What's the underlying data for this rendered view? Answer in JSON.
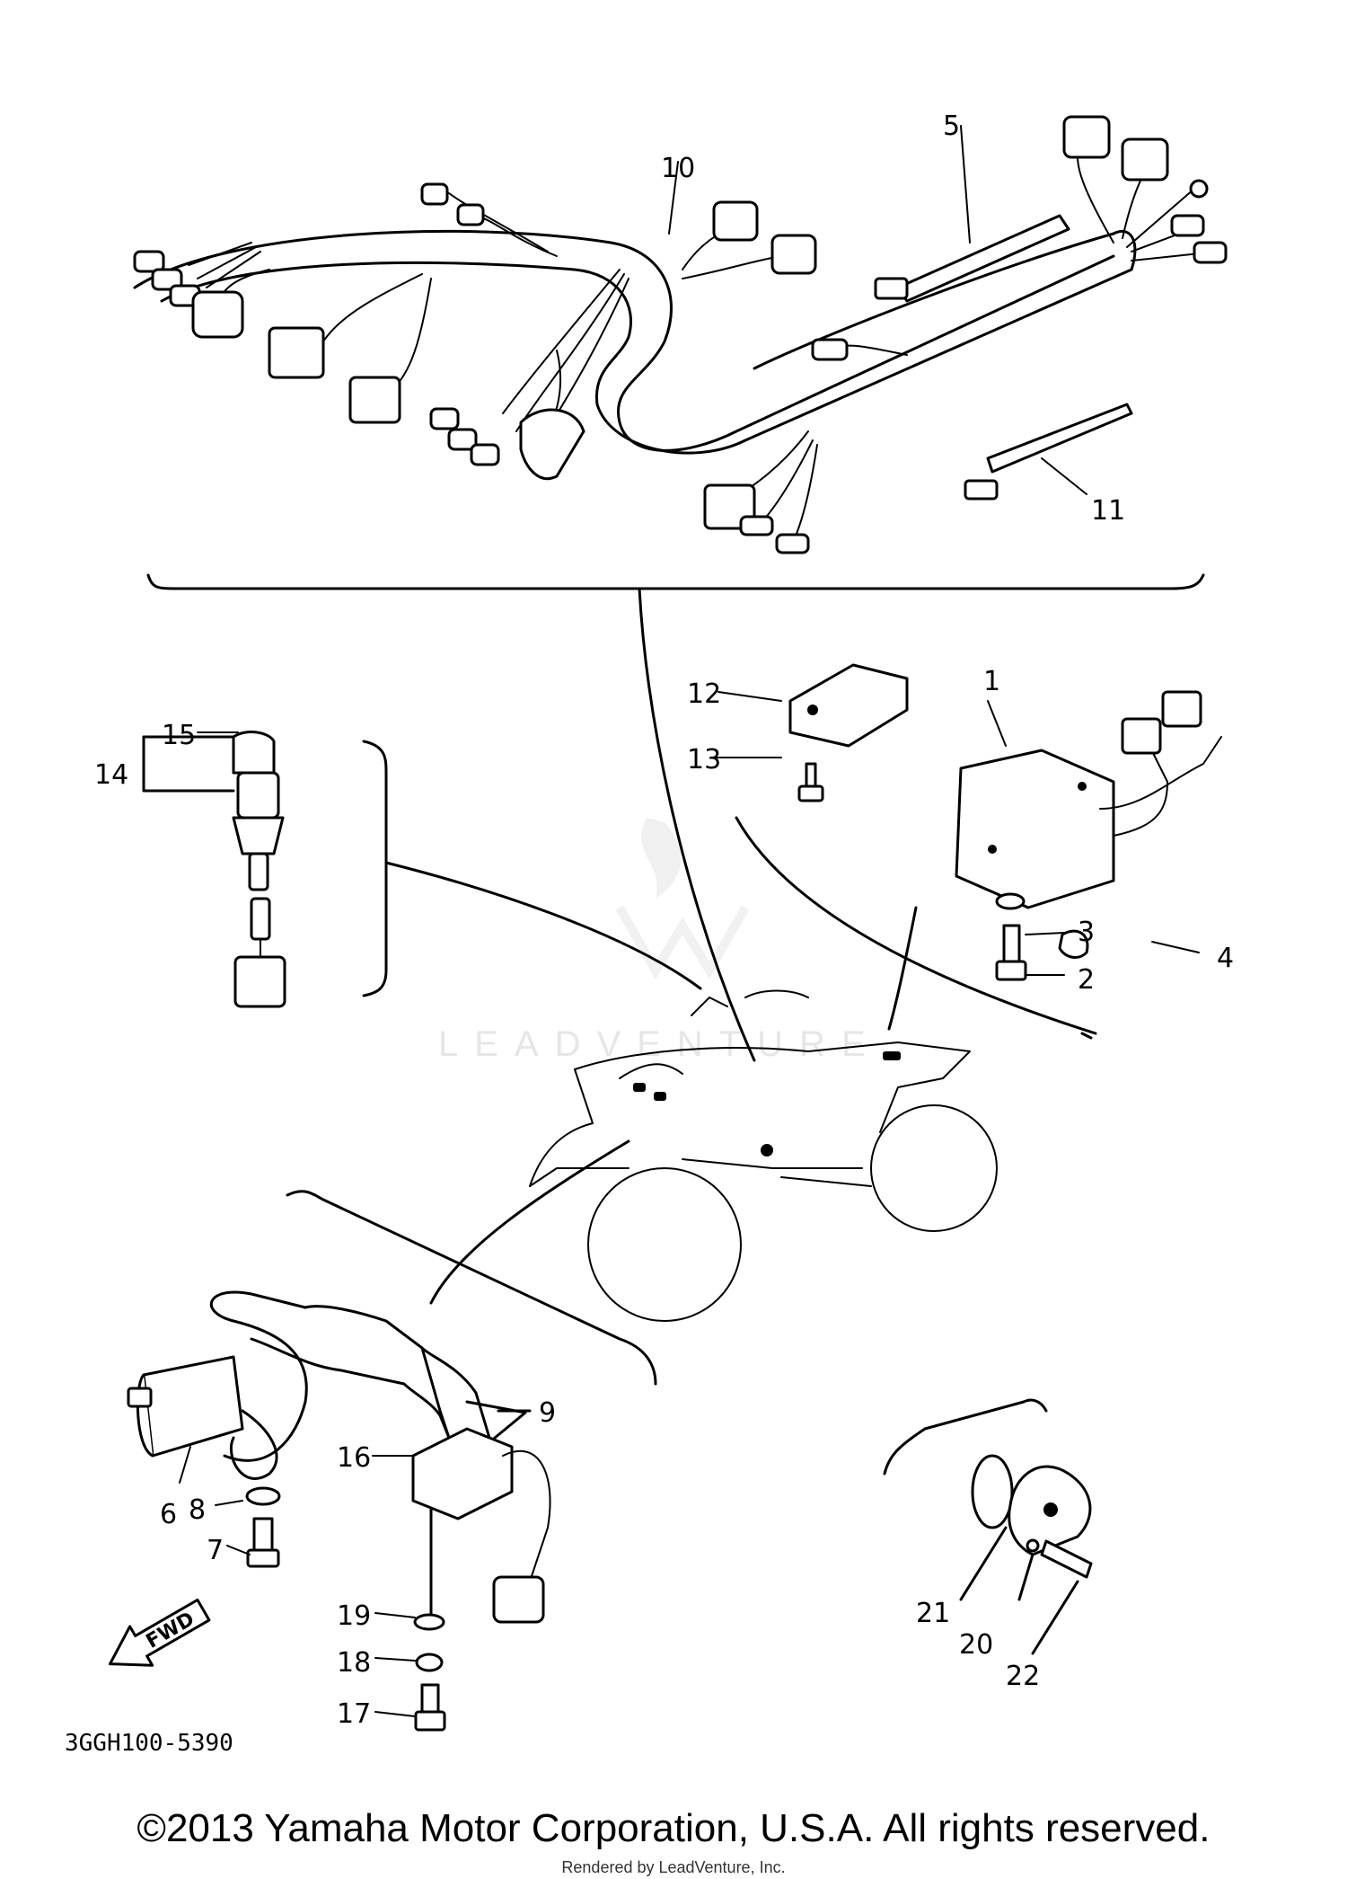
{
  "diagram": {
    "code": "3GGH100-5390",
    "fwd_label": "FWD",
    "callouts": [
      "1",
      "2",
      "3",
      "4",
      "5",
      "6",
      "7",
      "8",
      "9",
      "10",
      "11",
      "12",
      "13",
      "14",
      "15",
      "16",
      "17",
      "18",
      "19",
      "20",
      "21",
      "22"
    ]
  },
  "watermark": {
    "text": "LEADVENTURE"
  },
  "footer": {
    "copyright": "©2013 Yamaha Motor Corporation, U.S.A. All rights reserved.",
    "rendered_by": "Rendered by LeadVenture, Inc."
  }
}
